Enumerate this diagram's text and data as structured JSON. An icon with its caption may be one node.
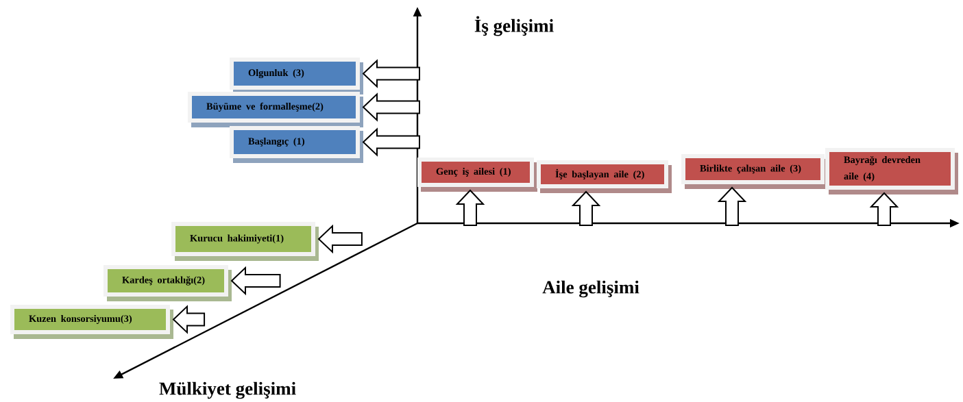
{
  "diagram": {
    "nodes": [
      {
        "text": [
          "Olgunluk (3)"
        ]
      },
      {
        "text": [
          "Büyüme ve formalleşme(2)"
        ]
      },
      {
        "text": [
          "Başlangıç (1)"
        ]
      },
      {
        "text": [
          "Genç iş ailesi (1)"
        ]
      },
      {
        "text": [
          "İşe başlayan aile (2)"
        ]
      },
      {
        "text": [
          "Birlikte çalışan aile (3)"
        ]
      },
      {
        "text": [
          "Bayrağı devreden aile (4)"
        ]
      },
      {
        "text": [
          "Kurucu hakimiyeti(1)"
        ]
      },
      {
        "text": [
          "Kardeş ortaklığı(2)"
        ]
      },
      {
        "text": [
          "Kuzen konsorsiyumu(3)"
        ]
      }
    ],
    "edges": [
      {
        "from": null,
        "to": 0,
        "arrow": "to"
      },
      {
        "from": null,
        "to": 1,
        "arrow": "to"
      },
      {
        "from": null,
        "to": 2,
        "arrow": "to"
      },
      {
        "from": null,
        "to": 3,
        "arrow": "to"
      },
      {
        "from": null,
        "to": 4,
        "arrow": "to"
      },
      {
        "from": null,
        "to": 5,
        "arrow": "to"
      },
      {
        "from": null,
        "to": 6,
        "arrow": "to"
      },
      {
        "from": null,
        "to": 7,
        "arrow": "to"
      },
      {
        "from": null,
        "to": 8,
        "arrow": "to"
      },
      {
        "from": null,
        "to": 9,
        "arrow": "to"
      }
    ],
    "labels": [
      "İş gelişimi",
      "Aile gelişimi",
      "Mülkiyet gelişimi"
    ]
  }
}
